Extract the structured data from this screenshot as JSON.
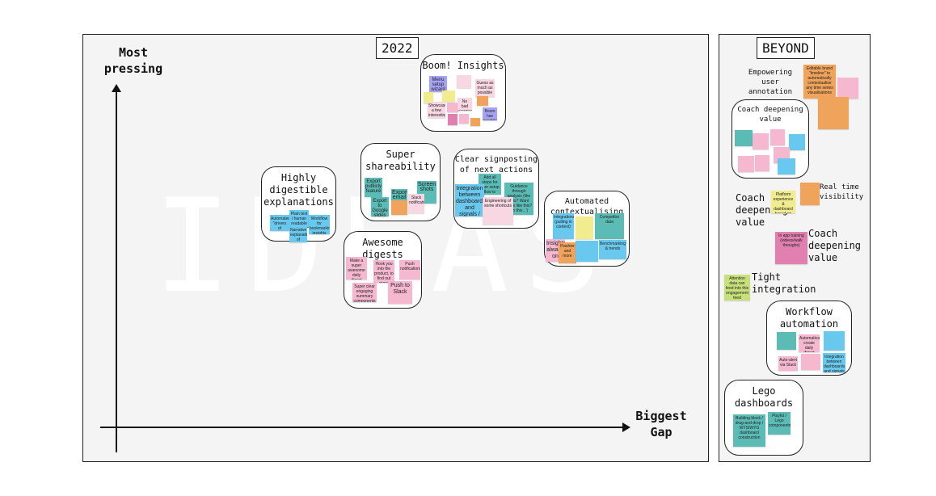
{
  "board": {
    "year_tag": "2022",
    "beyond_tag": "BEYOND",
    "watermark": "IDEAS",
    "y_axis_label": "Most pressing",
    "x_axis_label": "Biggest Gap"
  },
  "colors": {
    "background": "#f4f4f4",
    "teal": "#5bbcb6",
    "blue": "#69c8ee",
    "pink": "#f5b8cf",
    "magenta": "#e07fb0",
    "lightpink": "#f8d6e2",
    "orange": "#f0a35b",
    "purple": "#a7a3f4",
    "yellow": "#f1ec8e",
    "green": "#c8e07a"
  },
  "clusters": {
    "boom": {
      "title": "Boom! Insights",
      "notes": [
        "Menu setup wizard",
        "",
        "Guess as much as possible",
        "",
        "",
        "Showcase a few interesting insights",
        "",
        "No bad surprises",
        "",
        "Boom has insights",
        "",
        "",
        ""
      ]
    },
    "shareability": {
      "title": "Super shareability",
      "notes": [
        "Export publicly feature",
        "Export to Google slides",
        "Export email",
        "",
        "Screen shots",
        "Slack notifications"
      ]
    },
    "signposting": {
      "title": "Clear signposting of next actions",
      "notes": [
        "Add all steps for user setup flow to include",
        "Integration between dashboards and signals / alerts",
        "Guidance through analysis (like 'this? Want more like this? Do this...')",
        "Engineering of some shortcuts"
      ]
    },
    "digestible": {
      "title": "Highly digestible explanations",
      "notes": [
        "Automated \"drivers of conversion\" analysis",
        "Plain text / human readable explanation",
        "Workflow for bookmarking insights",
        "Narrative explanation of performance"
      ]
    },
    "digests": {
      "title": "Awesome digests",
      "notes": [
        "Make a super awesome daily digest",
        "Hook you into the product, to find out more",
        "Push notifications",
        "Super clear engaging summary components",
        "Push to Slack"
      ]
    },
    "contextualising": {
      "title": "Automated contextualising",
      "notes": [
        "Integrations (pulling in context)",
        "Insights always on",
        "Flashier and more",
        "Competitor data",
        "Benchmarking & trends",
        "",
        ""
      ]
    },
    "coach": {
      "title": "Coach deepening value",
      "notes": [
        "",
        "",
        "",
        "",
        "",
        "",
        "",
        ""
      ]
    },
    "workflow": {
      "title": "Workflow automation",
      "notes": [
        "",
        "Automatically create daily digest",
        "",
        "Auto-alert via Slack",
        "Integration between dashboards and signals / alerts",
        ""
      ]
    },
    "lego": {
      "title": "Lego dashboards",
      "notes": [
        "Building block / drag-and-drop / WYSIWYG dashboard construction",
        "Playful / Lego components"
      ]
    }
  },
  "beyond": {
    "empowering_label": "Empowering user annotation",
    "empowering_notes": [
      "Editable brand \"timeline\" to automatically contextualise any time series visualisations",
      "",
      ""
    ],
    "real_time_label": "Real time visibility",
    "coach_label_1": "Coach deepening value",
    "coach_note_1": "Platform experience & dashboard based on user feedback",
    "coach_label_2": "Coach deepening value",
    "coach_note_2": "In app training (videos/walk throughs)",
    "tight_label": "Tight integration",
    "tight_note": "Attention data can feed into this engagement feed"
  }
}
